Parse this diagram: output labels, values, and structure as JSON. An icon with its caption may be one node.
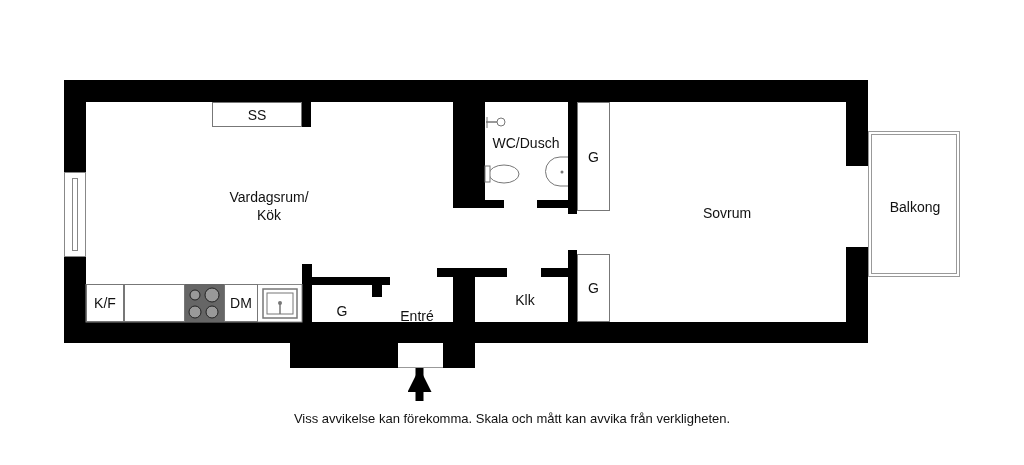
{
  "diagram": {
    "nodes": [
      {
        "text": [
          "Vardagsrum/ Kök"
        ]
      },
      {
        "text": [
          "SS"
        ]
      },
      {
        "text": [
          "K/F"
        ]
      },
      {
        "text": [],
        "shape": "box"
      },
      {
        "text": [
          "DM"
        ]
      },
      {
        "text": [
          "WC/Dusch"
        ]
      },
      {
        "text": [
          "G"
        ]
      },
      {
        "text": [
          "G"
        ]
      },
      {
        "text": [
          "Entré"
        ]
      },
      {
        "text": [
          "Klk"
        ]
      },
      {
        "text": [
          "G"
        ]
      },
      {
        "text": [
          "Sovrum"
        ]
      },
      {
        "text": [
          "Balkong"
        ]
      }
    ],
    "edges": [
      {
        "from": null,
        "to": 8,
        "arrow": "to"
      }
    ],
    "labels": [
      "Viss avvikelse kan förekomma. Skala och mått kan avvika från verkligheten."
    ]
  }
}
